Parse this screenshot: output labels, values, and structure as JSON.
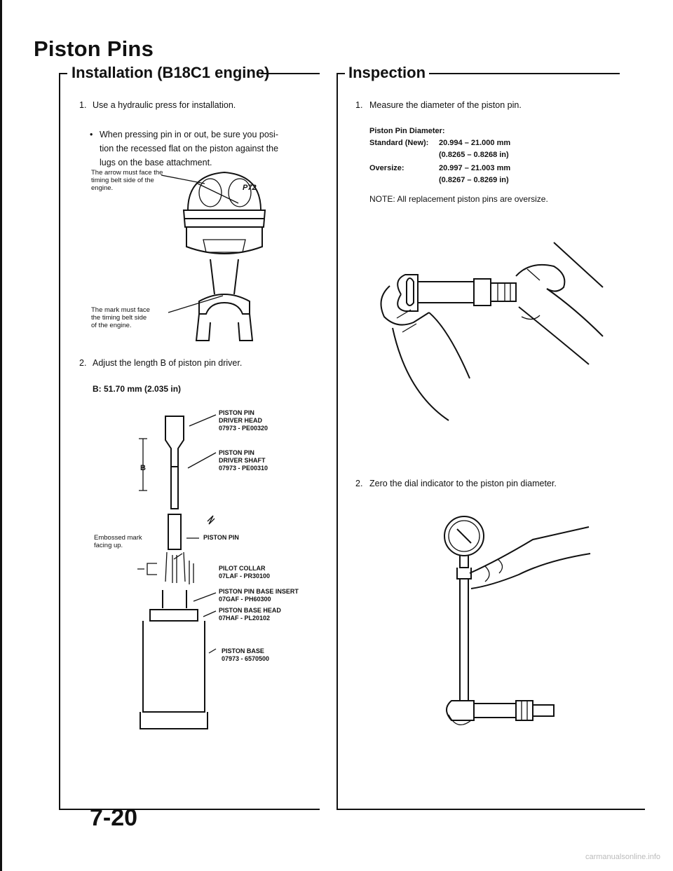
{
  "page": {
    "title": "Piston Pins",
    "page_number": "7-20",
    "watermark": "carmanualsonline.info"
  },
  "installation": {
    "heading": "Installation (B18C1 engine)",
    "step1_num": "1.",
    "step1_text": "Use a hydraulic press for installation.",
    "bullet_mark": "•",
    "bullet_line1": "When pressing pin in or out, be sure you posi-",
    "bullet_line2": "tion the recessed flat on the piston against the",
    "bullet_line3": "lugs on the base attachment.",
    "callout_arrow_l1": "The arrow must face the",
    "callout_arrow_l2": "timing belt side of the",
    "callout_arrow_l3": "engine.",
    "piston_mark": "P72",
    "callout_mark_l1": "The mark must face",
    "callout_mark_l2": "the timing belt side",
    "callout_mark_l3": "of the engine.",
    "step2_num": "2.",
    "step2_text": "Adjust the length B of piston pin driver.",
    "b_spec": "B: 51.70 mm (2.035 in)",
    "dim_label": "B",
    "tools": {
      "driver_head_l1": "PISTON PIN",
      "driver_head_l2": "DRIVER HEAD",
      "driver_head_pn": "07973 - PE00320",
      "driver_shaft_l1": "PISTON PIN",
      "driver_shaft_l2": "DRIVER SHAFT",
      "driver_shaft_pn": "07973 - PE00310",
      "piston_pin": "PISTON PIN",
      "embossed_l1": "Embossed mark",
      "embossed_l2": "facing up.",
      "pilot_collar": "PILOT COLLAR",
      "pilot_collar_pn": "07LAF - PR30100",
      "base_insert": "PISTON PIN BASE INSERT",
      "base_insert_pn": "07GAF - PH60300",
      "base_head": "PISTON BASE HEAD",
      "base_head_pn": "07HAF - PL20102",
      "base": "PISTON BASE",
      "base_pn": "07973 - 6570500"
    }
  },
  "inspection": {
    "heading": "Inspection",
    "step1_num": "1.",
    "step1_text": "Measure the diameter of the piston pin.",
    "spec_title": "Piston Pin Diameter:",
    "standard_label": "Standard (New):",
    "standard_mm": "20.994 – 21.000 mm",
    "standard_in": "(0.8265 – 0.8268 in)",
    "oversize_label": "Oversize:",
    "oversize_mm": "20.997 – 21.003 mm",
    "oversize_in": "(0.8267 – 0.8269 in)",
    "note": "NOTE: All replacement piston pins are oversize.",
    "step2_num": "2.",
    "step2_text": "Zero the dial indicator to the piston pin diameter."
  }
}
